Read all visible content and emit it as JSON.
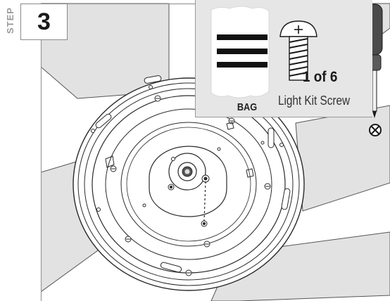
{
  "step": {
    "label": "STEP",
    "number": "3"
  },
  "parts_panel": {
    "bag_label": "BAG",
    "quantity_text": "1 of 6",
    "screw_name": "Light Kit Screw"
  },
  "icons": [
    "bag-icon",
    "screw-icon",
    "screwdriver-icon",
    "phillips-head-icon"
  ],
  "colors": {
    "panel_background": "#e6e6e6",
    "line": "#2a2a2a",
    "blade_fill": "#e2e2e2"
  }
}
